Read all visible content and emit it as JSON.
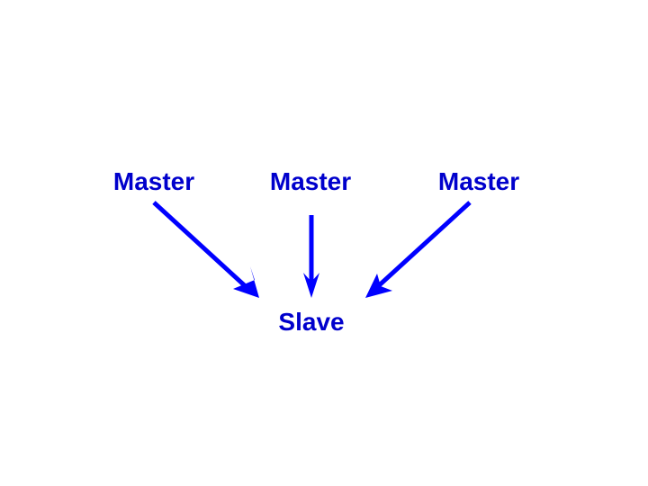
{
  "colors": {
    "text": "#0000cc",
    "arrow": "#0000ff"
  },
  "nodes": {
    "masters": [
      {
        "label": "Master"
      },
      {
        "label": "Master"
      },
      {
        "label": "Master"
      }
    ],
    "slave": {
      "label": "Slave"
    }
  },
  "edges": [
    {
      "from": "master-1",
      "to": "slave"
    },
    {
      "from": "master-2",
      "to": "slave"
    },
    {
      "from": "master-3",
      "to": "slave"
    }
  ]
}
